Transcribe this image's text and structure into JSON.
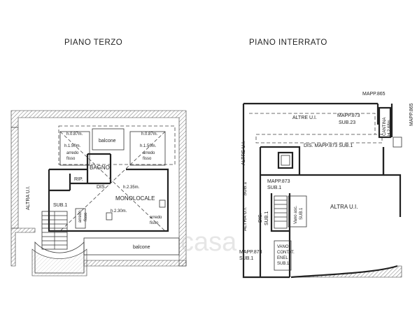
{
  "left_plan": {
    "title": "PIANO  TERZO",
    "labels": {
      "balcone_top": "balcone",
      "h087_left": "h.0.87m.",
      "h087_right": "h.0.87m.",
      "h150_left": "h.1.50m.",
      "h150_right": "h.1.50m.",
      "arredo_left": "arredo",
      "fisso_left": "fisso",
      "arredo_right": "arredo",
      "fisso_right": "fisso",
      "bagno": "BAGNO",
      "rip": "RIP.",
      "dis": "DIS.",
      "h235": "h.2.35m.",
      "h230": "h.2.30m.",
      "monolocale": "MONOLOCALE",
      "arredo_bottom": "arredo",
      "fisso_bottom": "fisso",
      "arredo_left_small": "arredo",
      "fisso_left_small": "fisso",
      "altra_ui": "ALTRA U.I.",
      "sub1": "SUB.1",
      "balcone_bottom": "balcone"
    }
  },
  "right_plan": {
    "title": "PIANO  INTERRATO",
    "labels": {
      "mapp865_top": "MAPP.865",
      "mapp865_side": "MAPP.865",
      "altre_ui_top": "ALTRE U.I.",
      "mapp873_sub23_a": "MAPP.873",
      "mapp873_sub23_b": "SUB.23",
      "cantina": "CANTINA",
      "h268": "H.2.68m.",
      "dis_mapp": "DIS. MAPP.873 SUB.1",
      "altre_ui_side": "ALTRE U.I.",
      "mapp873_sub1_a": "MAPP.873",
      "mapp873_sub1_b": "SUB.1",
      "sub1_vert": "SUB.1",
      "altra_ui_left": "ALTRA U.I.",
      "dis_vert": "DIS.",
      "sub1_vert2": "SUB.1",
      "vano_asc": "Vano asc.",
      "sub1_vert3": "SUB.1",
      "altra_ui_right": "ALTRA U.I.",
      "mapp873_bottom_a": "MAPP.873",
      "mapp873_bottom_b": "SUB.1",
      "vano": "VANO",
      "contat": "CONTAT.",
      "enel": "ENEL",
      "sub1_enel": "SUB.1"
    }
  },
  "watermark": "casa"
}
